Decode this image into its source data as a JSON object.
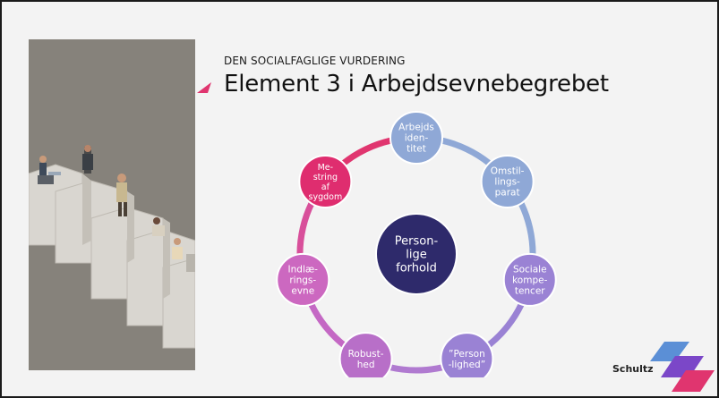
{
  "slide": {
    "eyebrow": "DEN SOCIALFAGLIGE VURDERING",
    "title": "Element 3 i Arbejdsevnebegrebet"
  },
  "diagram": {
    "center": {
      "lines": [
        "Person-",
        "lige",
        "forhold"
      ],
      "color": "#2e2a6b"
    },
    "nodes": [
      {
        "name": "node-arbejdsidentitet",
        "lines": [
          "Arbejds",
          "iden-",
          "titet"
        ],
        "color": "#8fa8d6"
      },
      {
        "name": "node-omstillingsparat",
        "lines": [
          "Omstil-",
          "lings-",
          "parat"
        ],
        "color": "#8fa8d6"
      },
      {
        "name": "node-sociale-kompetencer",
        "lines": [
          "Sociale",
          "kompe-",
          "tencer"
        ],
        "color": "#9a82d4"
      },
      {
        "name": "node-personlighed",
        "lines": [
          "”Person",
          "-lighed”"
        ],
        "color": "#9a82d4"
      },
      {
        "name": "node-robusthed",
        "lines": [
          "Robust-",
          "hed"
        ],
        "color": "#b86fc8"
      },
      {
        "name": "node-indlaeringsevne",
        "lines": [
          "Indlæ-",
          "rings-",
          "evne"
        ],
        "color": "#cc68c0"
      },
      {
        "name": "node-mestring",
        "lines": [
          "Me-",
          "string",
          "af",
          "sygdom"
        ],
        "color": "#df2d6f"
      }
    ],
    "ring_colors": [
      "#8fa8d6",
      "#8fa8d6",
      "#9a82d4",
      "#b07ad0",
      "#c468c4",
      "#d84f9a",
      "#e0356f"
    ]
  },
  "logo": {
    "text": "Schultz",
    "colors": [
      "#5b8fd6",
      "#7b47c8",
      "#e0356f"
    ]
  }
}
